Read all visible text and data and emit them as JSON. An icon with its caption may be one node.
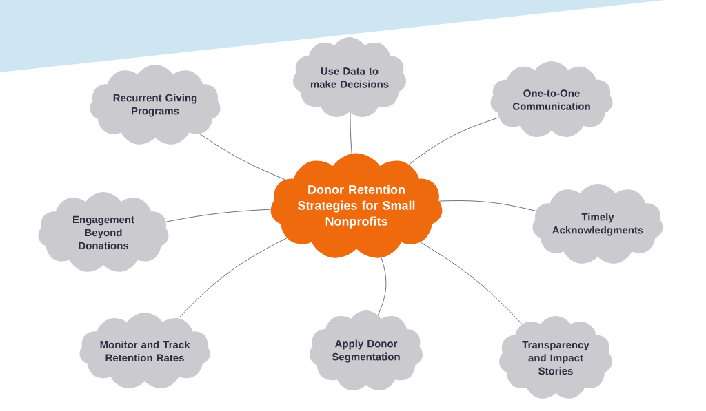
{
  "diagram": {
    "nodes": [
      {
        "text": [
          "Donor Retention Strategies for Small Nonprofits"
        ]
      },
      {
        "text": [
          "Recurrent Giving Programs"
        ]
      },
      {
        "text": [
          "Use Data to make Decisions"
        ]
      },
      {
        "text": [
          "One-to-One Communication"
        ]
      },
      {
        "text": [
          "Engagement Beyond Donations"
        ]
      },
      {
        "text": [
          "Timely Acknowledgments"
        ]
      },
      {
        "text": [
          "Monitor and Track Retention Rates"
        ]
      },
      {
        "text": [
          "Apply Donor Segmentation"
        ]
      },
      {
        "text": [
          "Transparency and Impact Stories"
        ]
      }
    ],
    "edges": [
      {
        "from": 0,
        "to": 1,
        "arrow": "none"
      },
      {
        "from": 0,
        "to": 2,
        "arrow": "none"
      },
      {
        "from": 0,
        "to": 3,
        "arrow": "none"
      },
      {
        "from": 0,
        "to": 4,
        "arrow": "none"
      },
      {
        "from": 0,
        "to": 5,
        "arrow": "none"
      },
      {
        "from": 0,
        "to": 6,
        "arrow": "none"
      },
      {
        "from": 0,
        "to": 7,
        "arrow": "none"
      },
      {
        "from": 0,
        "to": 8,
        "arrow": "none"
      }
    ]
  }
}
